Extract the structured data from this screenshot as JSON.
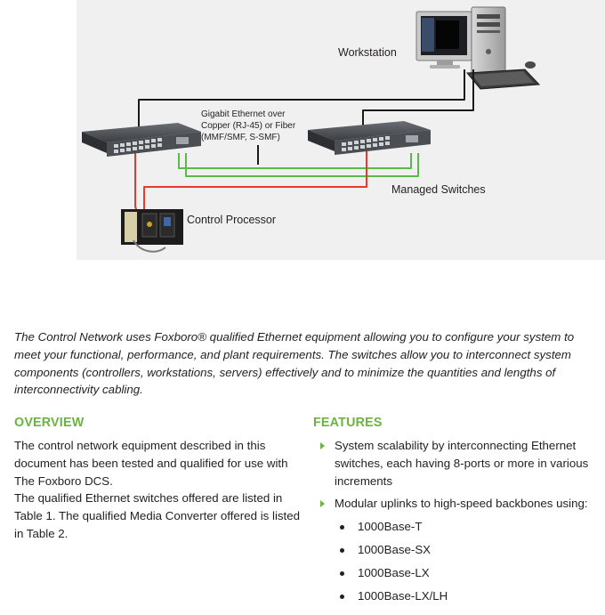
{
  "diagram": {
    "workstation_label": "Workstation",
    "link_label_lines": [
      "Gigabit Ethernet over",
      "Copper (RJ-45) or Fiber",
      "(MMF/SMF, S-SMF)"
    ],
    "switches_label": "Managed Switches",
    "controller_label": "Control Processor"
  },
  "caption": "The Control Network uses Foxboro® qualified Ethernet equipment allowing you to configure your system to meet your functional, performance, and plant requirements. The switches allow you to interconnect system components (controllers, workstations, servers) effectively and to minimize the quantities and lengths of interconnectivity cabling.",
  "overview": {
    "heading": "OVERVIEW",
    "paragraphs": [
      "The control network equipment described in this document has been tested and qualified for use with The Foxboro DCS.",
      "The qualified Ethernet switches offered are listed in Table 1. The qualified Media Converter offered is listed in Table 2."
    ]
  },
  "features": {
    "heading": "FEATURES",
    "items": [
      "System scalability by interconnecting Ethernet switches, each having 8-ports or more in various increments",
      "Modular uplinks to high-speed backbones using:"
    ],
    "sub_items": [
      "1000Base-T",
      "1000Base-SX",
      "1000Base-LX",
      "1000Base-LX/LH"
    ]
  },
  "colors": {
    "accent_green": "#6db33f",
    "cable_red": "#e8392b",
    "cable_green": "#5bb947",
    "cable_black": "#1a1a1a"
  }
}
